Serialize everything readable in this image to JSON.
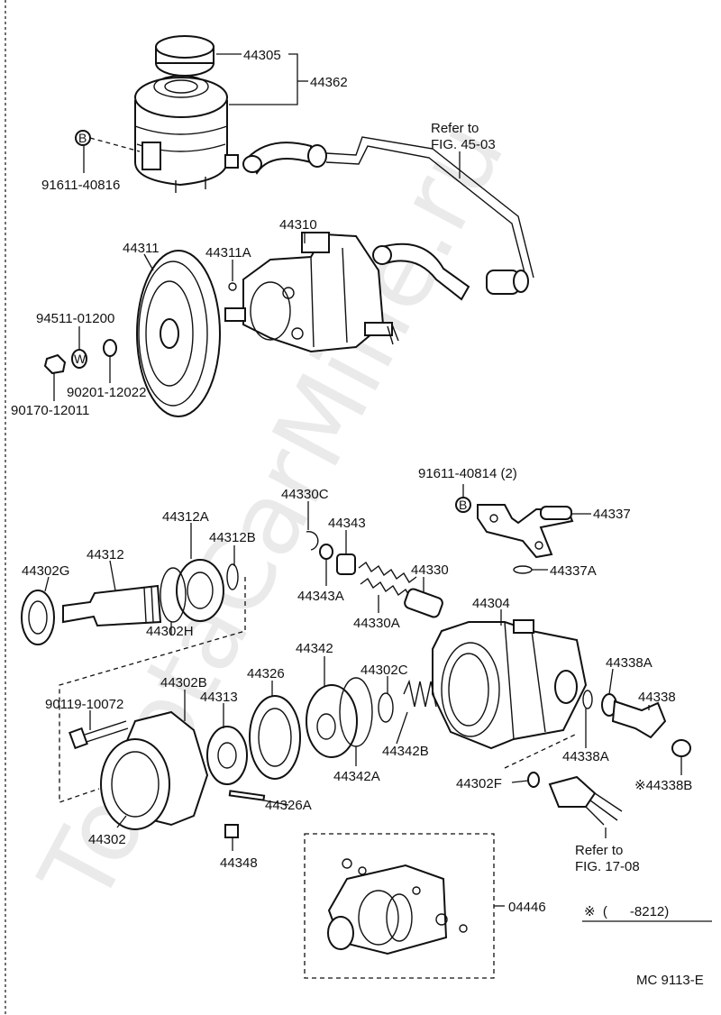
{
  "watermark": "ToyotaCarMine.ru",
  "callouts": {
    "p44305": "44305",
    "p44362": "44362",
    "p91611_40816": "91611-40816",
    "refer_45_1": "Refer to",
    "refer_45_2": "FIG. 45-03",
    "p44310": "44310",
    "p44311": "44311",
    "p44311A": "44311A",
    "p94511_01200": "94511-01200",
    "p90201_12022": "90201-12022",
    "p90170_12011": "90170-12011",
    "p91611_40814": "91611-40814 (2)",
    "p44337": "44337",
    "p44337A": "44337A",
    "p44330C": "44330C",
    "p44343": "44343",
    "p44343A": "44343A",
    "p44330": "44330",
    "p44330A": "44330A",
    "p44312A": "44312A",
    "p44312B": "44312B",
    "p44312": "44312",
    "p44302G": "44302G",
    "p44302H": "44302H",
    "p44304": "44304",
    "p44342": "44342",
    "p44302C": "44302C",
    "p44338A_top": "44338A",
    "p44338": "44338",
    "p44338A_bottom": "44338A",
    "p44338B": "※44338B",
    "p90119_10072": "90119-10072",
    "p44302B": "44302B",
    "p44313": "44313",
    "p44326": "44326",
    "p44342B": "44342B",
    "p44342A": "44342A",
    "p44326A": "44326A",
    "p44302F": "44302F",
    "p44302": "44302",
    "p44348": "44348",
    "refer_17_1": "Refer to",
    "refer_17_2": "FIG. 17-08",
    "p04446": "04446",
    "note": "※  (      -8212)",
    "figure_code": "MC 9113-E"
  },
  "markers": {
    "b_top": "B",
    "b_bracket": "B",
    "w_washer": "W"
  }
}
